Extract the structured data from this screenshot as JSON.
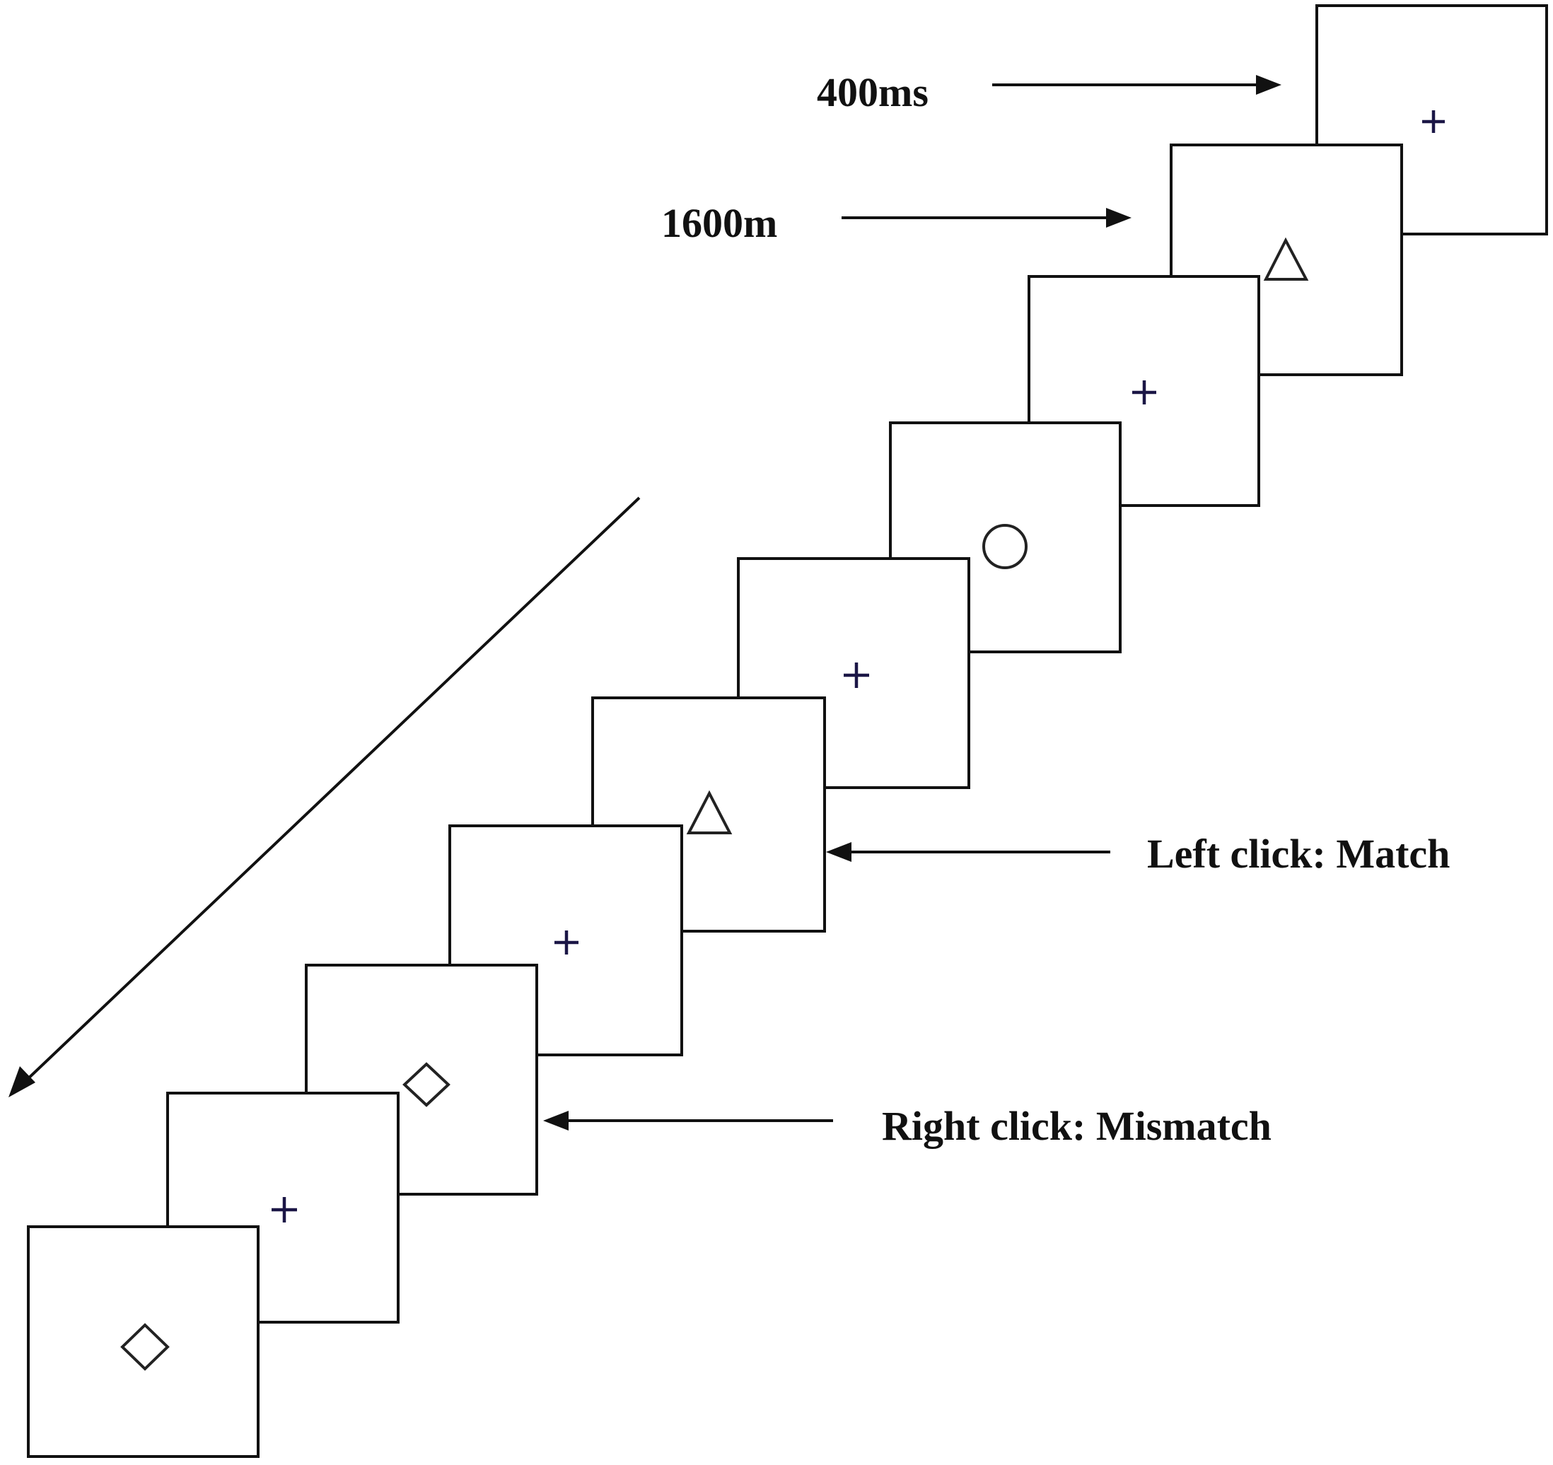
{
  "labels": {
    "top_timing": "400ms",
    "second_timing": "1600m",
    "left_click": "Left click: Match",
    "right_click": "Right click: Mismatch"
  },
  "trial_sequence": [
    {
      "stimulus": "fixation-cross"
    },
    {
      "stimulus": "triangle"
    },
    {
      "stimulus": "fixation-cross"
    },
    {
      "stimulus": "circle"
    },
    {
      "stimulus": "fixation-cross"
    },
    {
      "stimulus": "triangle"
    },
    {
      "stimulus": "fixation-cross"
    },
    {
      "stimulus": "diamond"
    },
    {
      "stimulus": "fixation-cross"
    },
    {
      "stimulus": "diamond"
    }
  ],
  "colors": {
    "outline": "#111111",
    "fixation": "#1b1646",
    "background": "#ffffff"
  }
}
